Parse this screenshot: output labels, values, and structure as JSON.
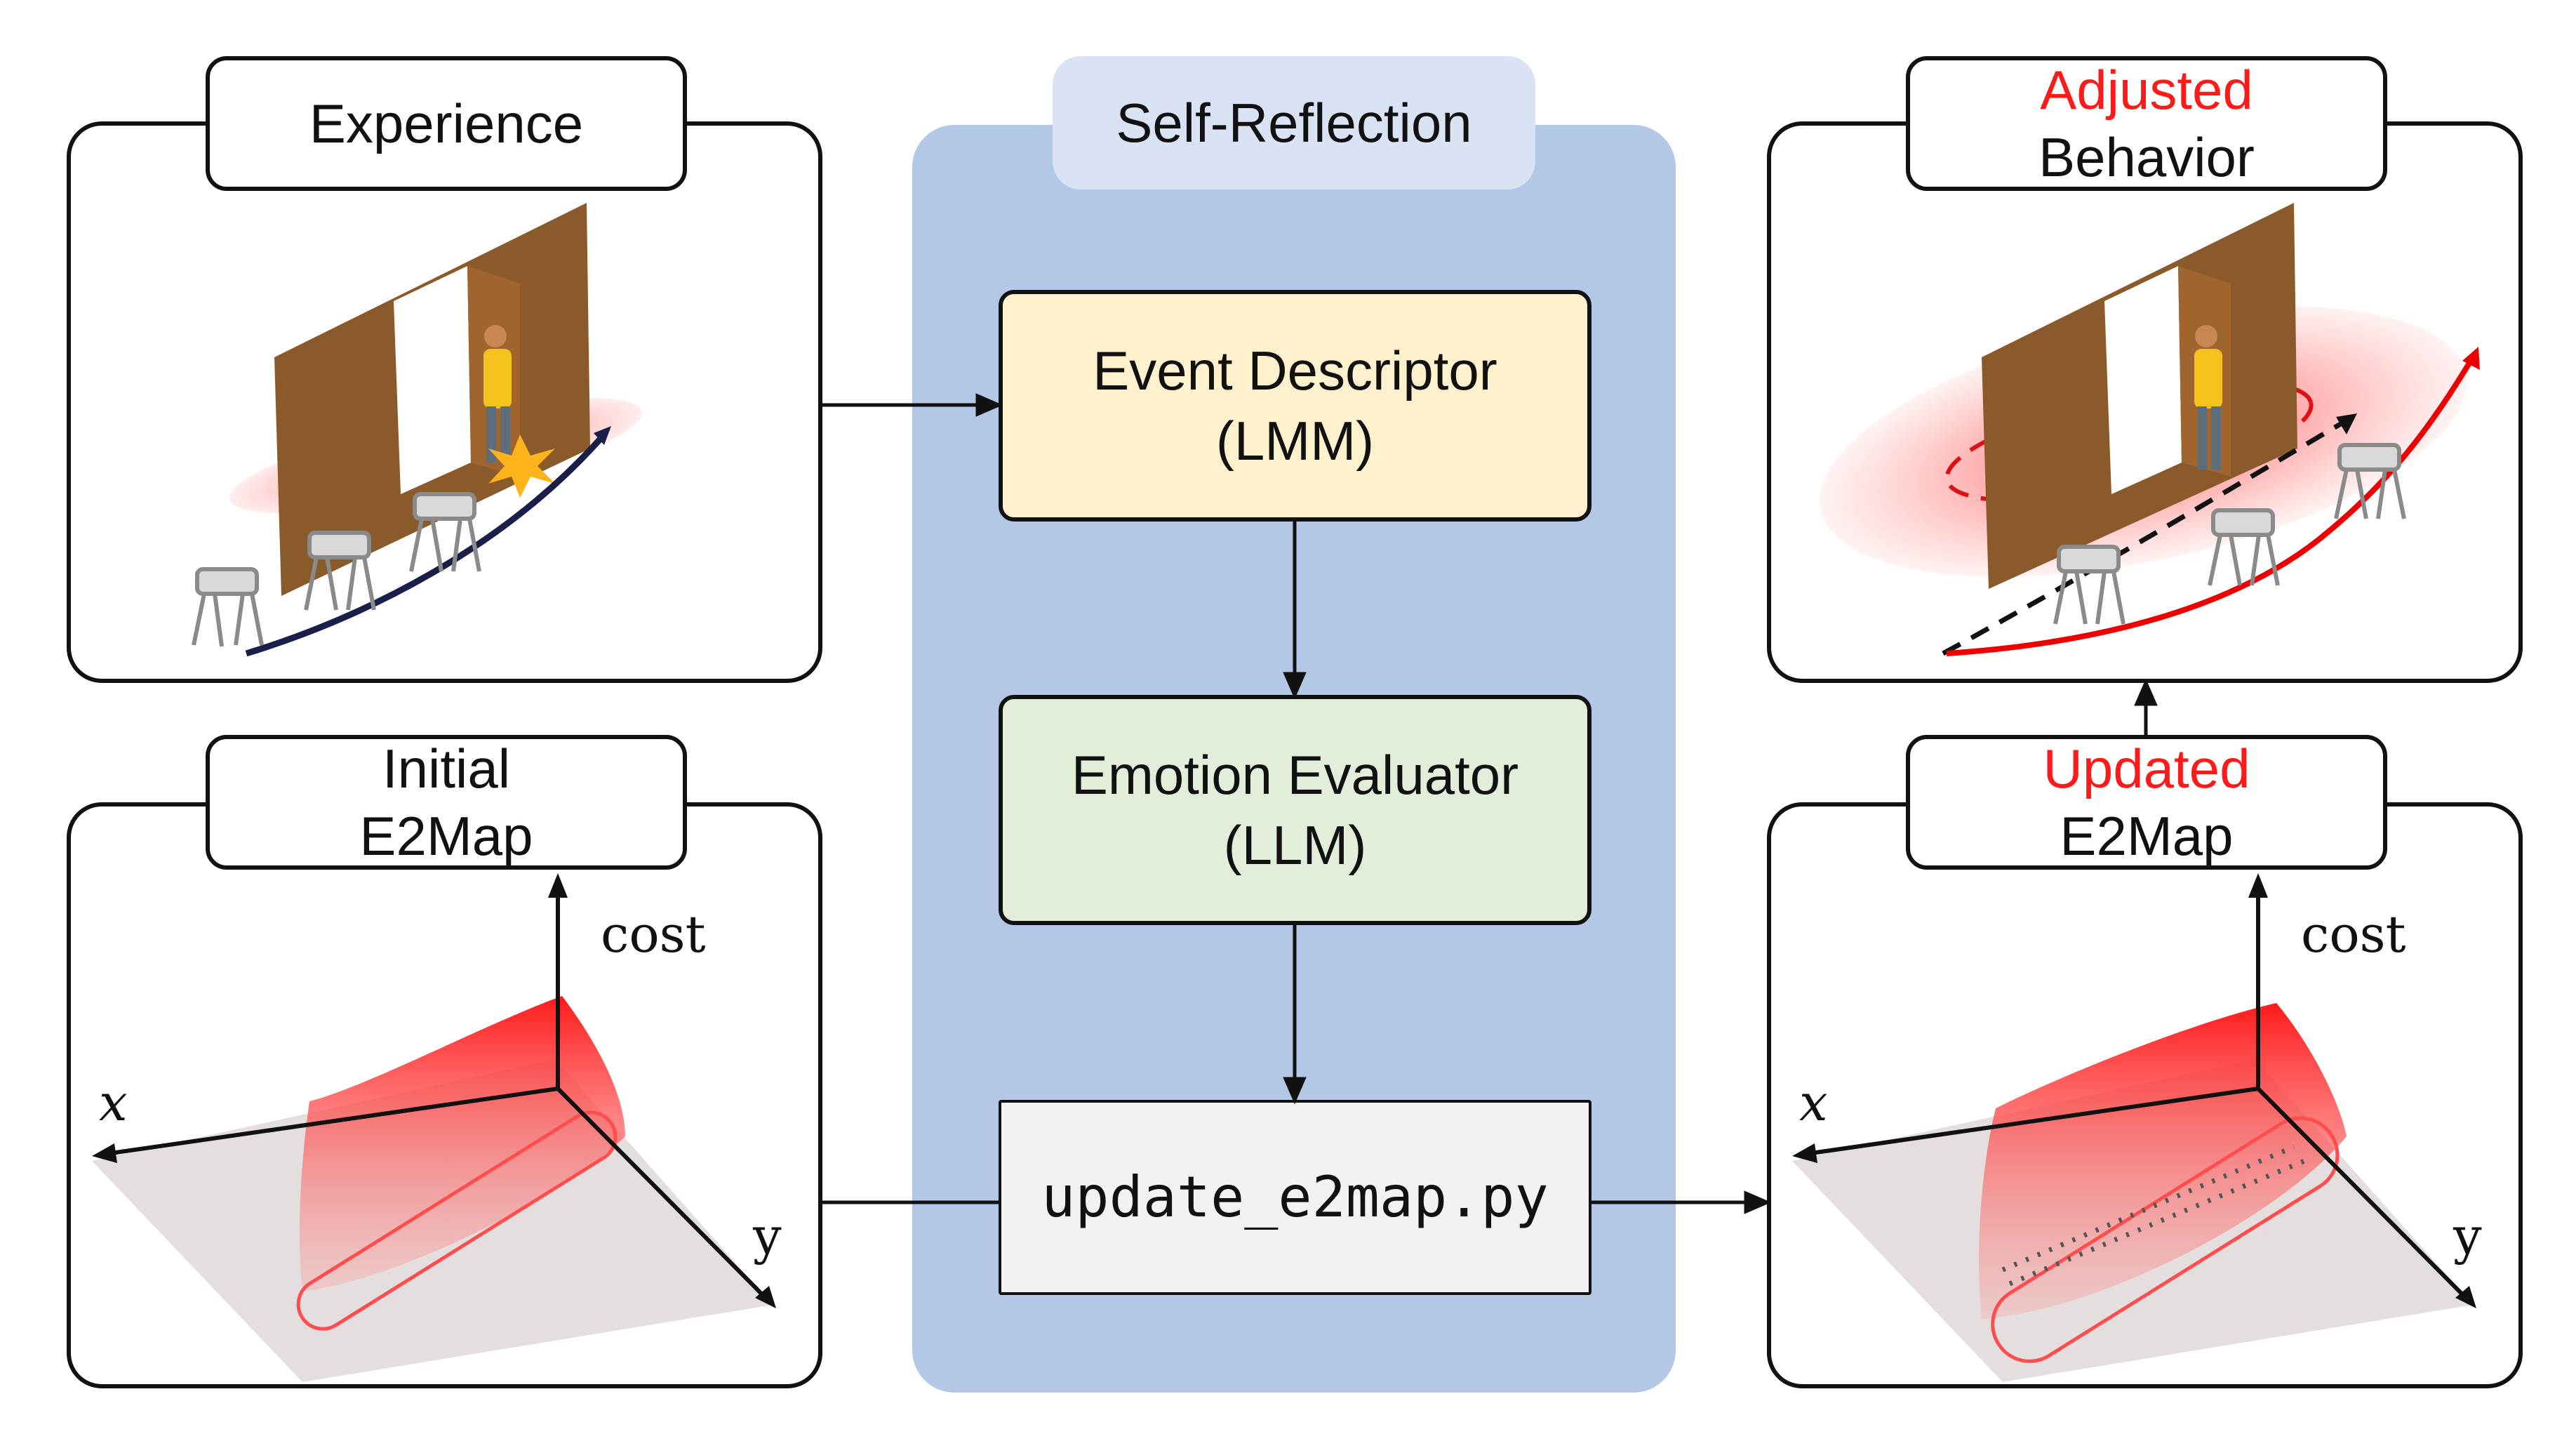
{
  "center": {
    "title": "Self-Reflection",
    "event_descriptor": {
      "line1": "Event Descriptor",
      "line2": "(LMM)"
    },
    "emotion_evaluator": {
      "line1": "Emotion Evaluator",
      "line2": "(LLM)"
    },
    "script": "update_e2map.py"
  },
  "left_top": {
    "tag": "Experience"
  },
  "left_bottom": {
    "tag_line1": "Initial",
    "tag_line2": "E2Map",
    "axis_cost": "cost",
    "axis_x": "x",
    "axis_y": "y"
  },
  "right_top": {
    "tag_line1": "Adjusted",
    "tag_line2": "Behavior"
  },
  "right_bottom": {
    "tag_line1": "Updated",
    "tag_line2": "E2Map",
    "axis_cost": "cost",
    "axis_x": "x",
    "axis_y": "y"
  },
  "colors": {
    "highlight": "#ff1a1a",
    "center_bg": "#b3c7e6",
    "event_box": "#fdf0cc",
    "emotion_box": "#e2eed9",
    "script_box": "#f2f2f2"
  }
}
